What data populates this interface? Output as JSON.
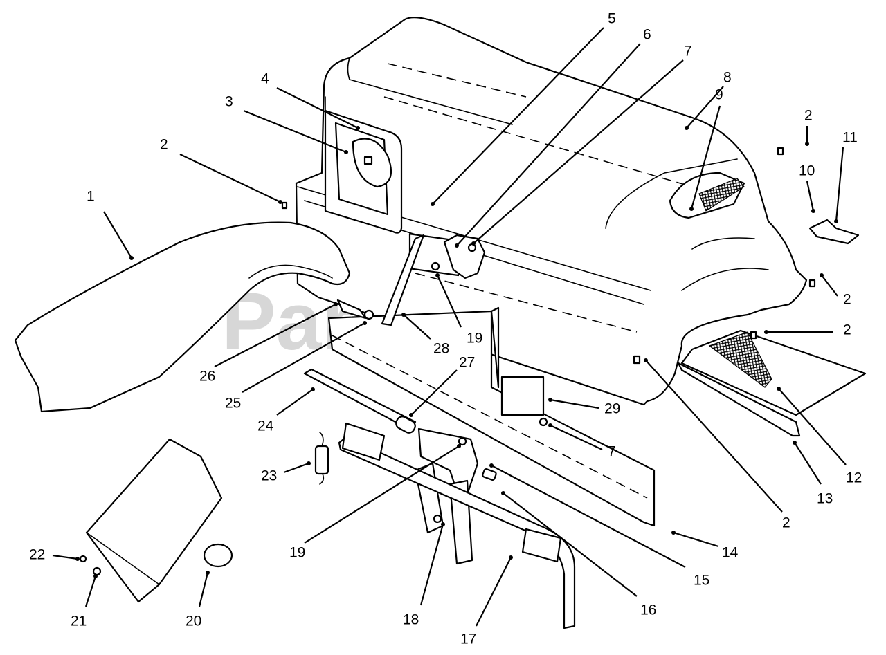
{
  "watermark": {
    "brand": "PartsTree",
    "trademark": "™"
  },
  "callouts": [
    {
      "label": "1"
    },
    {
      "label": "2"
    },
    {
      "label": "3"
    },
    {
      "label": "4"
    },
    {
      "label": "5"
    },
    {
      "label": "6"
    },
    {
      "label": "7"
    },
    {
      "label": "8"
    },
    {
      "label": "9"
    },
    {
      "label": "2"
    },
    {
      "label": "11"
    },
    {
      "label": "10"
    },
    {
      "label": "2"
    },
    {
      "label": "2"
    },
    {
      "label": "2"
    },
    {
      "label": "28"
    },
    {
      "label": "19"
    },
    {
      "label": "26"
    },
    {
      "label": "25"
    },
    {
      "label": "27"
    },
    {
      "label": "24"
    },
    {
      "label": "29"
    },
    {
      "label": "7"
    },
    {
      "label": "23"
    },
    {
      "label": "12"
    },
    {
      "label": "13"
    },
    {
      "label": "14"
    },
    {
      "label": "15"
    },
    {
      "label": "16"
    },
    {
      "label": "17"
    },
    {
      "label": "18"
    },
    {
      "label": "19"
    },
    {
      "label": "20"
    },
    {
      "label": "21"
    },
    {
      "label": "22"
    }
  ]
}
